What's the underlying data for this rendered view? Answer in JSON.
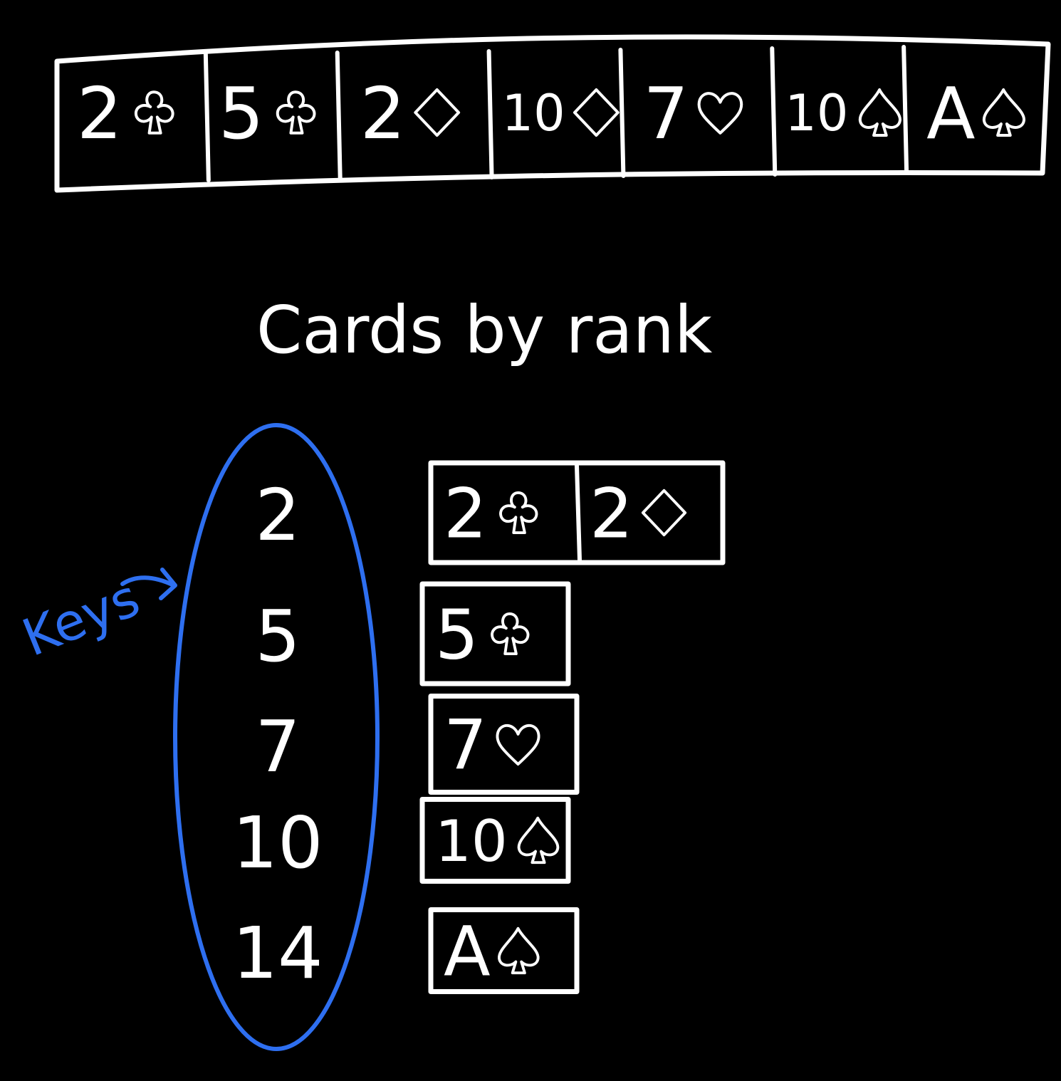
{
  "title": "Cards by rank",
  "keys_label": "Keys",
  "colors": {
    "background": "#000000",
    "ink": "#ffffff",
    "key_highlight": "#2e6ff0"
  },
  "deck": [
    {
      "rank": "2",
      "suit": "club"
    },
    {
      "rank": "5",
      "suit": "club"
    },
    {
      "rank": "2",
      "suit": "diamond"
    },
    {
      "rank": "10",
      "suit": "diamond"
    },
    {
      "rank": "7",
      "suit": "heart"
    },
    {
      "rank": "10",
      "suit": "spade"
    },
    {
      "rank": "A",
      "suit": "spade"
    }
  ],
  "groups": [
    {
      "key": "2",
      "cards": [
        {
          "rank": "2",
          "suit": "club"
        },
        {
          "rank": "2",
          "suit": "diamond"
        }
      ]
    },
    {
      "key": "5",
      "cards": [
        {
          "rank": "5",
          "suit": "club"
        }
      ]
    },
    {
      "key": "7",
      "cards": [
        {
          "rank": "7",
          "suit": "heart"
        }
      ]
    },
    {
      "key": "10",
      "cards": [
        {
          "rank": "10",
          "suit": "spade"
        }
      ]
    },
    {
      "key": "14",
      "cards": [
        {
          "rank": "A",
          "suit": "spade"
        }
      ]
    }
  ]
}
